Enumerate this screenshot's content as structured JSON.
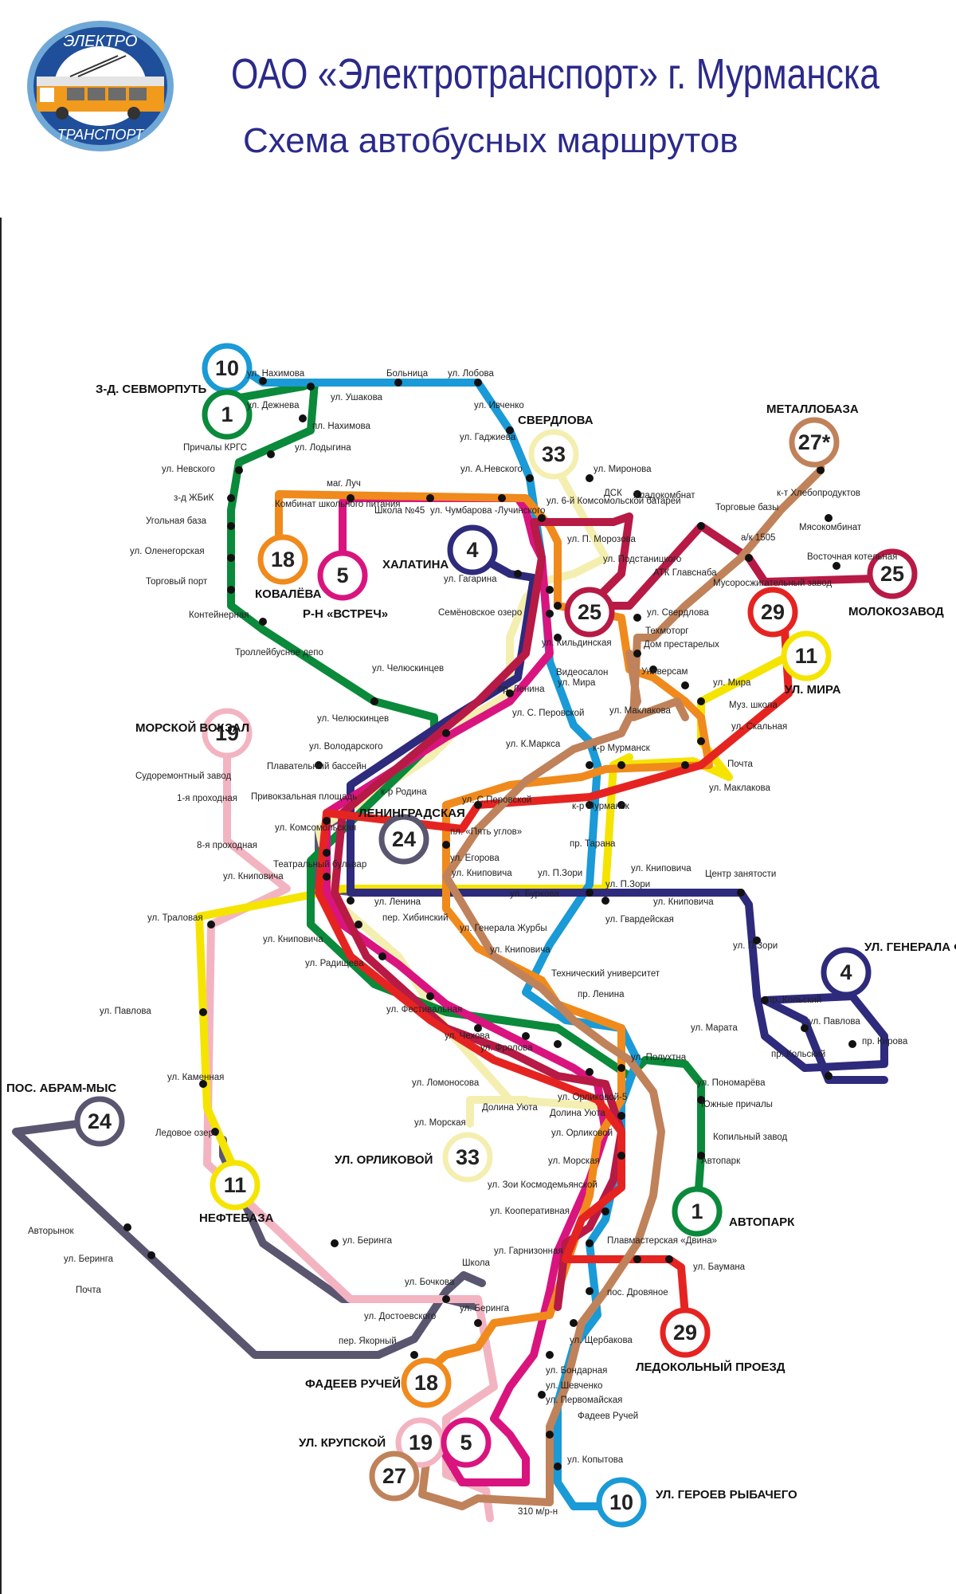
{
  "header": {
    "title": "ОАО «Электротранспорт» г. Мурманска",
    "subtitle": "Схема автобусных маршрутов",
    "logo": {
      "top_text": "ЭЛЕКТРО",
      "bottom_text": "ТРАНСПОРТ",
      "icon": "trolleybus-icon"
    }
  },
  "colors": {
    "r1": "#0a8a3a",
    "r4": "#2e2a7c",
    "r5": "#d9147f",
    "r10": "#1a9ad6",
    "r11": "#f4e400",
    "r18": "#f08a1c",
    "r19": "#f3b4c2",
    "r24": "#5a5670",
    "r25": "#b71a45",
    "r27": "#c0825a",
    "r29": "#e52421",
    "r33": "#f4efb0"
  },
  "terminals": [
    {
      "route": "10",
      "name": ""
    },
    {
      "route": "1",
      "name": "З-Д. СЕВМОРПУТЬ"
    },
    {
      "route": "18",
      "name": "КОВАЛЁВА"
    },
    {
      "route": "5",
      "name": "Р-Н «ВСТРЕЧ»"
    },
    {
      "route": "4",
      "name": "ХАЛАТИНА"
    },
    {
      "route": "33",
      "name": "СВЕРДЛОВА"
    },
    {
      "route": "27*",
      "name": "МЕТАЛЛОБАЗА"
    },
    {
      "route": "25",
      "name": "МОЛОКОЗАВОД"
    },
    {
      "route": "25",
      "name": ""
    },
    {
      "route": "29",
      "name": ""
    },
    {
      "route": "11",
      "name": "УЛ. МИРА"
    },
    {
      "route": "19",
      "name": "МОРСКОЙ ВОКЗАЛ"
    },
    {
      "route": "24",
      "name": "ЛЕНИНГРАДСКАЯ"
    },
    {
      "route": "4",
      "name": "УЛ. ГЕНЕРАЛА ФРОЛОВА"
    },
    {
      "route": "24",
      "name": "ПОС. АБРАМ-МЫС"
    },
    {
      "route": "33",
      "name": "УЛ. ОРЛИКОВОЙ"
    },
    {
      "route": "11",
      "name": "НЕФТЕБАЗА"
    },
    {
      "route": "1",
      "name": "АВТОПАРК"
    },
    {
      "route": "29",
      "name": "ЛЕДОКОЛЬНЫЙ ПРОЕЗД"
    },
    {
      "route": "18",
      "name": "ФАДЕЕВ РУЧЕЙ"
    },
    {
      "route": "19",
      "name": "УЛ. КРУПСКОЙ"
    },
    {
      "route": "5",
      "name": ""
    },
    {
      "route": "27",
      "name": ""
    },
    {
      "route": "10",
      "name": "УЛ. ГЕРОЕВ РЫБАЧЕГО"
    }
  ],
  "stops": [
    "ул. Нахимова",
    "ул. Дежнева",
    "ул. Ушакова",
    "Больница",
    "ул. Лобова",
    "ул. Ивченко",
    "пл. Нахимова",
    "ул. Лодыгина",
    "Причалы КРГС",
    "ул. Гаджиева",
    "ул. А.Невского",
    "ул. Миронова",
    "ул. Невского",
    "маг. Луч",
    "з-д ЖБиК",
    "Комбинат школьного питания",
    "Школа №45",
    "ул. Чумбарова -Лучинского",
    "ул. 6-й Комсомольской батареи",
    "ДСК",
    "Хладокомбнат",
    "Торговые базы",
    "к-т Хлебопродуктов",
    "Угольная база",
    "ул. Оленегорская",
    "ул. П. Морозова",
    "а/к 1505",
    "Мясокомбинат",
    "Торговый порт",
    "ул. Подстаницкого",
    "АТК Главснаба",
    "Восточная котельная",
    "Мусоросжигательный завод",
    "ул. Гагарина",
    "Контейнерная",
    "Семёновское озеро",
    "ул. Свердлова",
    "Техмоторг",
    "ул. Кильдинская",
    "Дом престарелых",
    "Троллейбусное депо",
    "ул. Челюскинцев",
    "Видеосалон",
    "ул. Мира",
    "Универсам",
    "ул. Мира",
    "Муз. школа",
    "пр. Ленина",
    "ул. Маклакова",
    "ул. Скальная",
    "ул. С. Перовской",
    "ул. Челюскинцев",
    "ул. Володарского",
    "ул. К.Маркса",
    "к-р Мурманск",
    "Почта",
    "Судоремонтный завод",
    "Плавательный бассейн",
    "к-р Родина",
    "ул. Маклакова",
    "Привокзальная площадь",
    "ул. С.Перовской",
    "1-я проходная",
    "ул. Комсомольская",
    "к-р Мурманск",
    "пл. «Пять углов»",
    "пр. Тарана",
    "8-я проходная",
    "Театральный бульвар",
    "ул. Егорова",
    "ул. Книповича",
    "ул. Книповича",
    "ул. П.Зори",
    "ул. П.Зори",
    "ул. Книповича",
    "Центр занятости",
    "ул. Книповича",
    "ул. Ленина",
    "ул. Буркова",
    "ул. Книповича",
    "пер. Хибинский",
    "ул. Траловая",
    "ул. Генерала Журбы",
    "ул. Гвардейская",
    "ул. Книповича",
    "ул. П.Зори",
    "ул. Радищева",
    "Технический университет",
    "пр. Ленина",
    "пр. Кольский",
    "ул. Павлова",
    "ул. Фестивальная",
    "ул. Марата",
    "ул. Павлова",
    "ул. Чехова",
    "пр. Кирова",
    "ул. Фролова",
    "пр. Кольский",
    "ул. Полухтна",
    "ул. Пономарёва",
    "ул. Ломоносова",
    "ул. Каменная",
    "Южные причалы",
    "Долина Уюта",
    "ул. Орликовой-5",
    "Долина Уюта",
    "ул. Морская",
    "ул. Орликовой",
    "Ледовое озеро",
    "Копильный завод",
    "ул. Морская",
    "Автопарк",
    "ул. Зои Космодемьянской",
    "ул. Кооперативная",
    "ул. Беринга",
    "Авторынок",
    "Плавмастерская «Двина»",
    "ул. Беринга",
    "ул. Гарнизонная",
    "ул. Баумана",
    "Школа",
    "ул. Бочкова",
    "Почта",
    "пос. Дровяное",
    "ул. Беринга",
    "ул. Достоевского",
    "ул. Щербакова",
    "пер. Якорный",
    "ул. Бондарная",
    "ул. Шевченко",
    "ул. Первомайская",
    "Фадеев Ручей",
    "ул. Копытова",
    "310 м/р-н",
    "ул. Героев Рыбачего"
  ]
}
